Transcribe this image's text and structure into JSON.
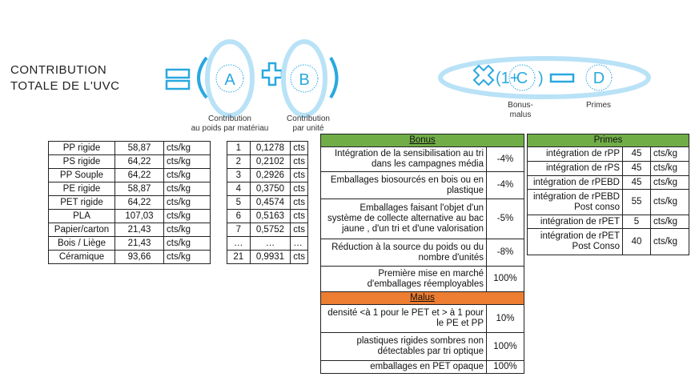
{
  "title": [
    "CONTRIBUTION",
    "TOTALE DE L'UVC"
  ],
  "formula": {
    "a": "A",
    "b": "B",
    "open": "(1+",
    "c": "C",
    "close": ")",
    "d": "D",
    "label_a": [
      "Contribution",
      "au poids par matériau"
    ],
    "label_b": [
      "Contribution",
      "par unité"
    ],
    "label_c": [
      "Bonus-",
      "malus"
    ],
    "label_d": "Primes"
  },
  "materials": [
    {
      "name": "PP rigide",
      "value": "58,87",
      "unit": "cts/kg"
    },
    {
      "name": "PS rigide",
      "value": "64,22",
      "unit": "cts/kg"
    },
    {
      "name": "PP Souple",
      "value": "64,22",
      "unit": "cts/kg"
    },
    {
      "name": "PE rigide",
      "value": "58,87",
      "unit": "cts/kg"
    },
    {
      "name": "PET rigide",
      "value": "64,22",
      "unit": "cts/kg"
    },
    {
      "name": "PLA",
      "value": "107,03",
      "unit": "cts/kg"
    },
    {
      "name": "Papier/carton",
      "value": "21,43",
      "unit": "cts/kg"
    },
    {
      "name": "Bois / Liège",
      "value": "21,43",
      "unit": "cts/kg"
    },
    {
      "name": "Céramique",
      "value": "93,66",
      "unit": "cts/kg"
    }
  ],
  "units": [
    {
      "n": "1",
      "value": "0,1278",
      "unit": "cts"
    },
    {
      "n": "2",
      "value": "0,2102",
      "unit": "cts"
    },
    {
      "n": "3",
      "value": "0,2926",
      "unit": "cts"
    },
    {
      "n": "4",
      "value": "0,3750",
      "unit": "cts"
    },
    {
      "n": "5",
      "value": "0,4574",
      "unit": "cts"
    },
    {
      "n": "6",
      "value": "0,5163",
      "unit": "cts"
    },
    {
      "n": "7",
      "value": "0,5752",
      "unit": "cts"
    },
    {
      "n": "…",
      "value": "…",
      "unit": "…"
    },
    {
      "n": "21",
      "value": "0,9931",
      "unit": "cts"
    }
  ],
  "bonus": {
    "header": "Bonus",
    "rows": [
      {
        "text": "Intégration de la sensibilisation au tri dans les campagnes média",
        "value": "-4%"
      },
      {
        "text": "Emballages biosourcés en  bois ou en plastique",
        "value": "-4%"
      },
      {
        "text": "Emballages faisant l'objet d'un système de collecte alternative au bac jaune , d'un tri et d'une valorisation",
        "value": "-5%"
      },
      {
        "text": "Réduction à la source du poids ou du nombre d'unités",
        "value": "-8%"
      },
      {
        "text": "Première mise en marché d'emballages réemployables",
        "value": "100%"
      }
    ]
  },
  "malus": {
    "header": "Malus",
    "rows": [
      {
        "text": "densité <à 1 pour le PET et > à 1 pour le PE et PP",
        "value": "10%"
      },
      {
        "text": "plastiques rigides sombres non détectables par tri optique",
        "value": "100%"
      },
      {
        "text": "emballages en PET opaque",
        "value": "100%"
      }
    ]
  },
  "primes": {
    "header": "Primes",
    "rows": [
      {
        "text": "intégration de rPP",
        "value": "45",
        "unit": "cts/kg"
      },
      {
        "text": "intégration de rPS",
        "value": "45",
        "unit": "cts/kg"
      },
      {
        "text": "intégration de rPEBD",
        "value": "45",
        "unit": "cts/kg"
      },
      {
        "text": "intégration de rPEBD Post conso",
        "value": "55",
        "unit": "cts/kg"
      },
      {
        "text": "intégration de rPET",
        "value": "5",
        "unit": "cts/kg"
      },
      {
        "text": "intégration de rPET Post Conso",
        "value": "40",
        "unit": "cts/kg"
      }
    ]
  },
  "colors": {
    "blue": "#29a8e0",
    "light_blue": "#b9e2f7",
    "green": "#70ad47",
    "orange": "#ed7d31"
  }
}
